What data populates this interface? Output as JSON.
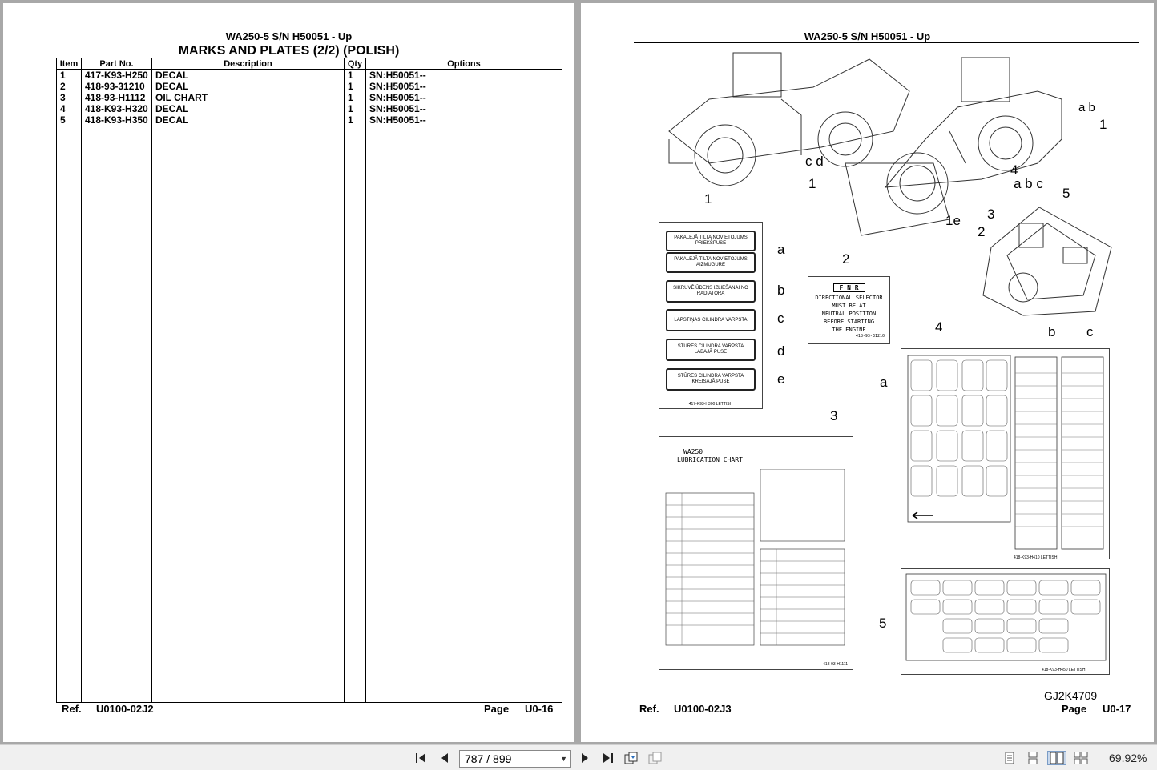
{
  "left_page": {
    "model": "WA250-5 S/N H50051 - Up",
    "title": "MARKS AND PLATES (2/2) (POLISH)",
    "columns": [
      "Item",
      "Part No.",
      "Description",
      "Qty",
      "Options"
    ],
    "rows": [
      {
        "item": "1",
        "part": "417-K93-H250",
        "desc": "DECAL",
        "qty": "1",
        "opt": "SN:H50051--"
      },
      {
        "item": "2",
        "part": "418-93-31210",
        "desc": "DECAL",
        "qty": "1",
        "opt": "SN:H50051--"
      },
      {
        "item": "3",
        "part": "418-93-H1112",
        "desc": "OIL CHART",
        "qty": "1",
        "opt": "SN:H50051--"
      },
      {
        "item": "4",
        "part": "418-K93-H320",
        "desc": "DECAL",
        "qty": "1",
        "opt": "SN:H50051--"
      },
      {
        "item": "5",
        "part": "418-K93-H350",
        "desc": "DECAL",
        "qty": "1",
        "opt": "SN:H50051--"
      }
    ],
    "ref_label": "Ref.",
    "ref_value": "U0100-02J2",
    "page_label": "Page",
    "page_value": "U0-16"
  },
  "right_page": {
    "model": "WA250-5 S/N H50051 - Up",
    "fig_code": "GJ2K4709",
    "ref_label": "Ref.",
    "ref_value": "U0100-02J3",
    "page_label": "Page",
    "page_value": "U0-17",
    "callouts": {
      "c1": "1",
      "c1b": "1",
      "c1c": "1",
      "c2": "2",
      "c2b": "2",
      "c3": "3",
      "c3b": "3",
      "c4": "4",
      "c4b": "4",
      "c5": "5",
      "c5b": "5",
      "a": "a",
      "b": "b",
      "c": "c",
      "d": "d",
      "e": "e",
      "ab_top": "a b",
      "cd": "c d",
      "one_e": "1e",
      "abc": "a b c"
    },
    "decal1": {
      "items": [
        "PAKALEJĀ TILTA NOVIETOJUMS PRIEKŠPUSE",
        "PAKALEJĀ TILTA NOVIETOJUMS AIZMUGURE",
        "SIKRUVĒ ŪDENS IZLIEŠANAI NO RADIATORA",
        "LAPSTIŅAS CILINDRA VARPSTA",
        "STŪRES CILINDRA VARPSTA LABAJĀ PUSE",
        "STŪRES CILINDRA VARPSTA KREISAJĀ PUSE"
      ],
      "footer": "417-K93-H300 LETTISH"
    },
    "decal2": {
      "header": "F N R",
      "lines": [
        "DIRECTIONAL SELECTOR",
        "MUST BE AT",
        "NEUTRAL POSITION",
        "BEFORE STARTING",
        "THE ENGINE"
      ],
      "footer": "418-93-31210"
    },
    "decal3": {
      "title1": "WA250",
      "title2": "LUBRICATION CHART",
      "footer": "418-93-H1111"
    },
    "decal4_footer": "418-K93-H410 LETTISH",
    "decal5_footer": "418-K93-H450 LETTISH"
  },
  "toolbar": {
    "page_display": "787 / 899",
    "zoom": "69.92%",
    "icons": [
      "first-page-icon",
      "prev-page-icon",
      "next-page-icon",
      "last-page-icon",
      "sync-icon",
      "sync-disabled-icon",
      "single-page-icon",
      "continuous-icon",
      "two-page-icon",
      "two-page-continuous-icon"
    ]
  }
}
